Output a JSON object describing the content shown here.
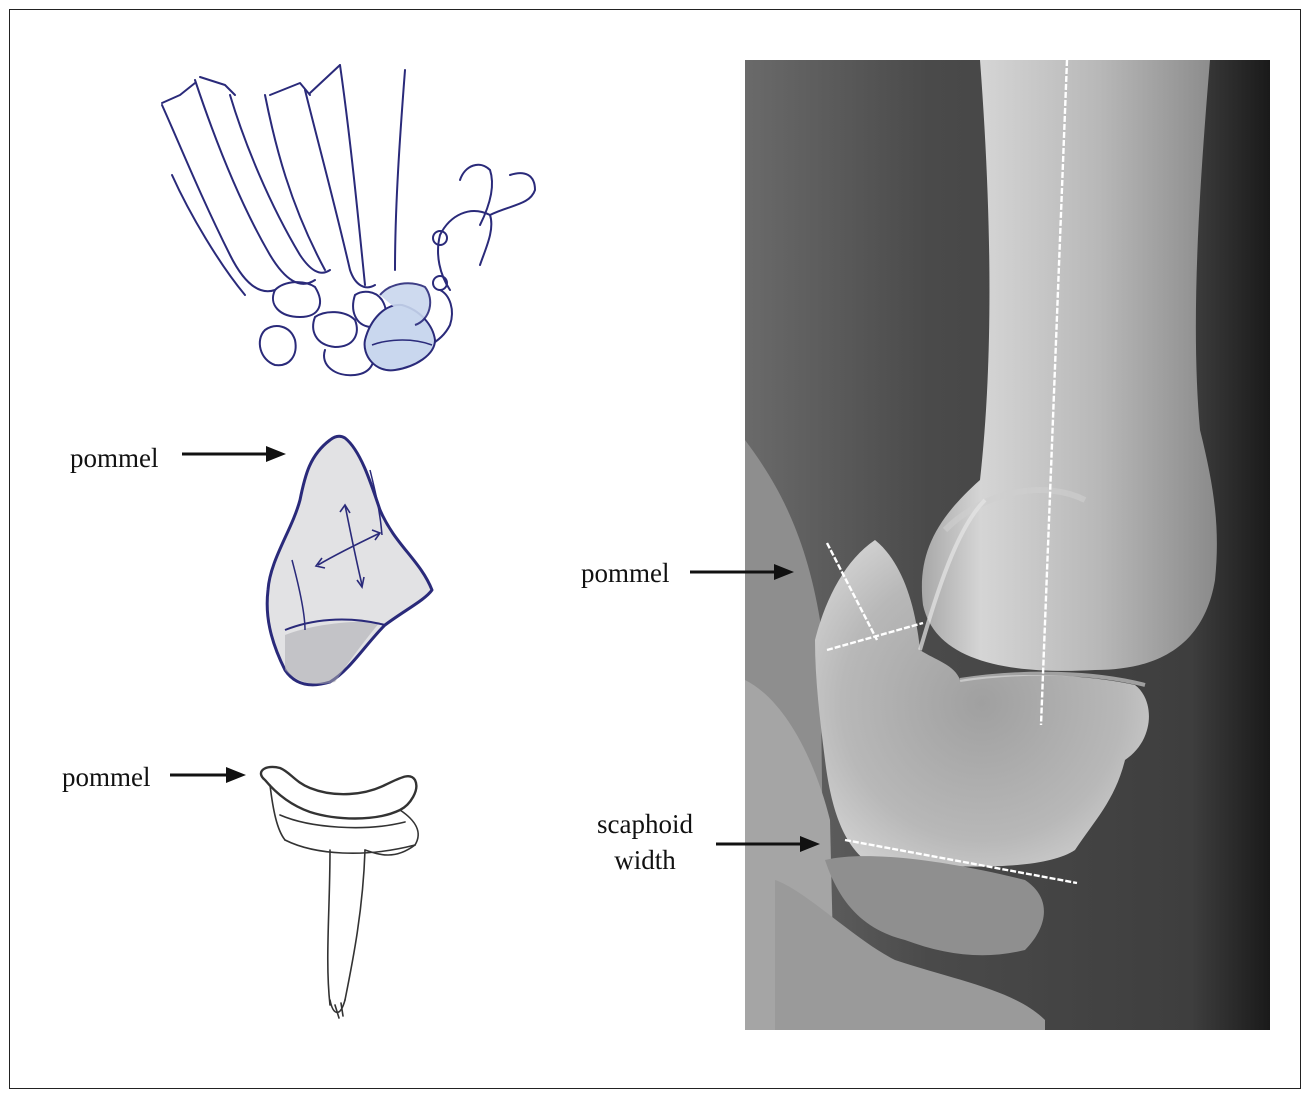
{
  "labels": {
    "pommel_1": "pommel",
    "pommel_2": "pommel",
    "pommel_3": "pommel",
    "scaphoid_line1": "scaphoid",
    "scaphoid_line2": "width"
  },
  "colors": {
    "line_art": "#2a2a7a",
    "highlight": "#c9d7ee",
    "bone_fill": "#e2e2e4",
    "bone_shadow": "#a9a9ae",
    "xray_dark": "#3a3a3a",
    "xray_light": "#d8d8d8",
    "arrow": "#111111",
    "measure_line": "#ffffff"
  },
  "icons": {
    "arrow": "right-arrow-icon"
  }
}
